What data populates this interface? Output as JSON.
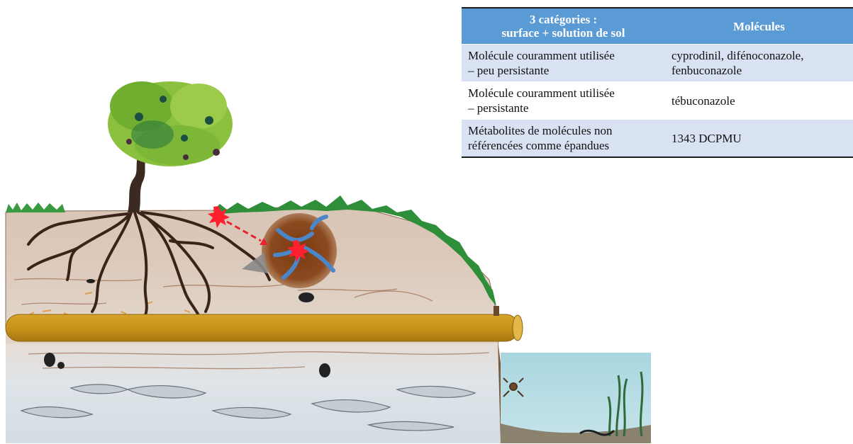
{
  "table": {
    "headers": [
      "3 catégories :\nsurface + solution de sol",
      "Molécules"
    ],
    "rows": [
      {
        "category": "Molécule couramment utilisée\n– peu persistante",
        "molecules": "cyprodinil, difénoconazole,\nfenbuconazole"
      },
      {
        "category": "Molécule couramment utilisée\n– persistante",
        "molecules": "tébuconazole"
      },
      {
        "category": "Métabolites de molécules non\nréférencées comme épandues",
        "molecules": "1343 DCPMU"
      }
    ]
  },
  "colors": {
    "header_bg": "#5b9bd5",
    "row_band": "#d9e2f3",
    "soil_surface": "#d8c6b8",
    "soil_deep": "#dfe5ea",
    "drain_pipe": "#c9951a",
    "water": "#b9dde5",
    "grass": "#2e8b3a",
    "contaminant": "#ff1f2f",
    "soil_solution": "#6fa8dc"
  }
}
